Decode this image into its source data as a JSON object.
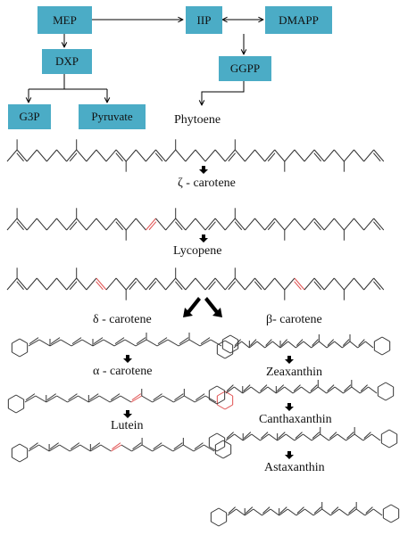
{
  "boxes": {
    "mep": "MEP",
    "iip": "IIP",
    "dmapp": "DMAPP",
    "dxp": "DXP",
    "ggpp": "GGPP",
    "g3p": "G3P",
    "pyruvate": "Pyruvate"
  },
  "compounds": {
    "phytoene": "Phytoene",
    "zeta_carotene": "ζ - carotene",
    "lycopene": "Lycopene",
    "delta_carotene": "δ - carotene",
    "beta_carotene": "β- carotene",
    "alpha_carotene": "α - carotene",
    "lutein": "Lutein",
    "zeaxanthin": "Zeaxanthin",
    "canthaxanthin": "Canthaxanthin",
    "astaxanthin": "Astaxanthin"
  },
  "colors": {
    "box_fill": "#4bacc6",
    "bond": "#333333",
    "highlight": "#e05050",
    "arrow": "#000000"
  }
}
